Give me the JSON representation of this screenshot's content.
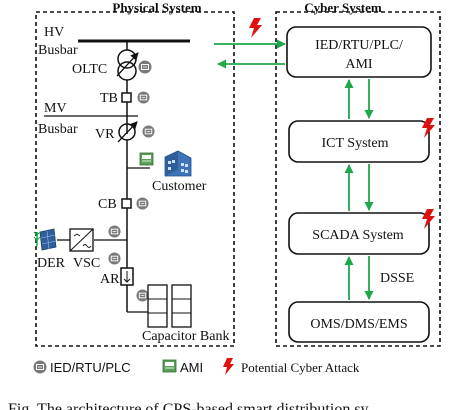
{
  "colors": {
    "stroke": "#111111",
    "green_link": "#1fa84a",
    "attack_red": "#e01010",
    "device_gray": "#7a7a7a"
  },
  "physical": {
    "title": "Physical System",
    "hv": "HV",
    "busbar_hv": "Busbar",
    "oltc": "OLTC",
    "tb": "TB",
    "mv": "MV",
    "busbar_mv": "Busbar",
    "vr": "VR",
    "customer": "Customer",
    "cb": "CB",
    "der": "DER",
    "vsc": "VSC",
    "ar": "AR",
    "capacitor_bank": "Capacitor Bank"
  },
  "cyber": {
    "title": "Cyber System",
    "ied_line1": "IED/RTU/PLC/",
    "ied_line2": "AMI",
    "ict": "ICT System",
    "scada": "SCADA System",
    "dsse": "DSSE",
    "oms": "OMS/DMS/EMS"
  },
  "legend": {
    "ied": "IED/RTU/PLC",
    "ami": "AMI",
    "attack": "Potential Cyber Attack"
  },
  "caption": "Fig. The architecture of CPS-based smart distribution sy"
}
